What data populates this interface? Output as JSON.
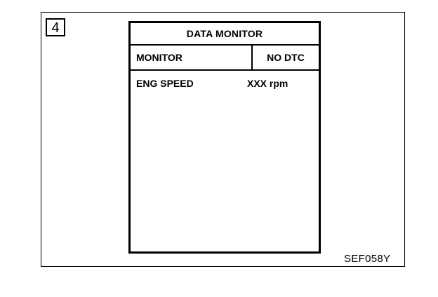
{
  "figure": {
    "step_number": "4",
    "code": "SEF058Y"
  },
  "screen": {
    "title": "DATA MONITOR",
    "header": {
      "left": "MONITOR",
      "right": "NO DTC"
    },
    "rows": [
      {
        "label": "ENG SPEED",
        "value": "XXX rpm"
      }
    ]
  }
}
